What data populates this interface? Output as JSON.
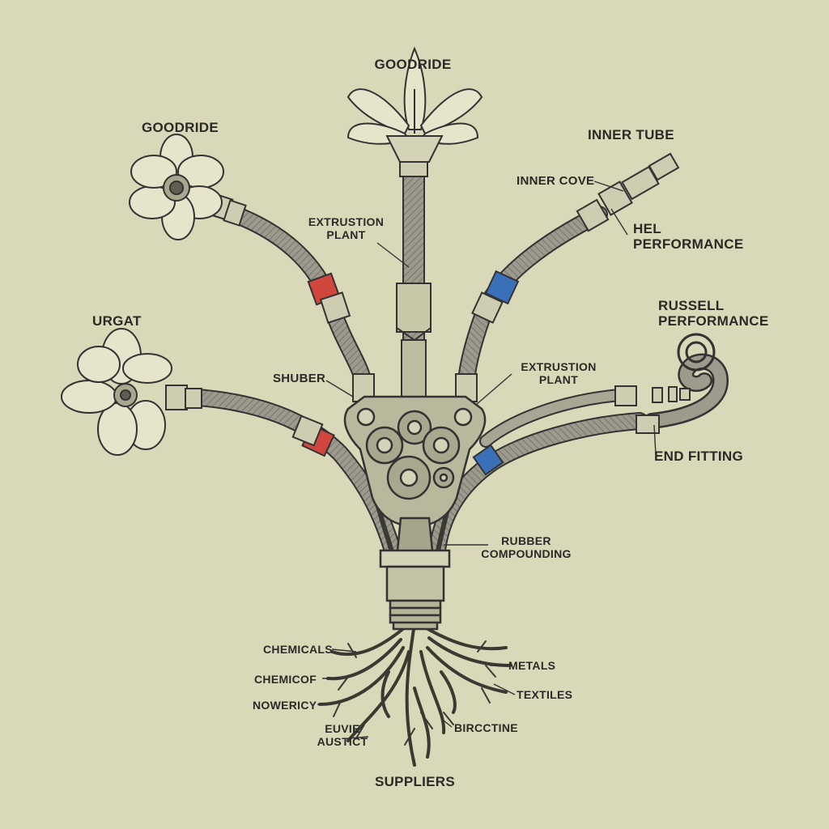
{
  "labels": {
    "goodride_top": "GOODRIDE",
    "goodride_left": "GOODRIDE",
    "inner_tube": "INNER TUBE",
    "inner_cove": "INNER COVE",
    "hel_performance": [
      "HEL",
      "PERFORMANCE"
    ],
    "extrusion_plant_top": [
      "EXTRUSTION",
      "PLANT"
    ],
    "extrusion_plant_right": [
      "EXTRUSTION",
      "PLANT"
    ],
    "urgat": "URGAT",
    "russell_performance": [
      "RUSSELL",
      "PERFORMANCE"
    ],
    "shuber": "SHUBER",
    "end_fitting": "END FITTING",
    "rubber_compounding": [
      "RUBBER",
      "COMPOUNDING"
    ],
    "chemicals": "CHEMICALS",
    "chemicof": "CHEMICOF",
    "nowericy": "NOWERICY",
    "euvie_austict": [
      "EUVIE",
      "AUSTICT"
    ],
    "metals": "METALS",
    "textiles": "TEXTILES",
    "birctine": "BIRCCTINE",
    "suppliers": "SUPPLIERS"
  },
  "colors": {
    "paper": "#d9d8b8",
    "ink": "#2f2f2a",
    "hose": "#8f8f82",
    "accent_red": "#d2473d",
    "accent_blue": "#3a70b8"
  }
}
